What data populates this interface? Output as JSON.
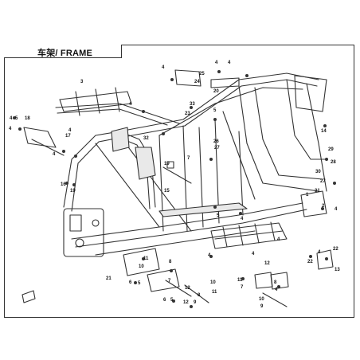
{
  "header": {
    "title": "车架/ FRAME"
  },
  "diagram": {
    "callouts": [
      "1",
      "2",
      "3",
      "4",
      "5",
      "6",
      "7",
      "8",
      "9",
      "10",
      "11",
      "12",
      "13",
      "14",
      "15",
      "16",
      "17",
      "18",
      "19",
      "20",
      "21",
      "22",
      "23",
      "24",
      "25",
      "26",
      "27",
      "28",
      "29",
      "30",
      "31",
      "32",
      "33"
    ],
    "line_color": "#333333",
    "accent_fill": "#e9e9e9"
  }
}
